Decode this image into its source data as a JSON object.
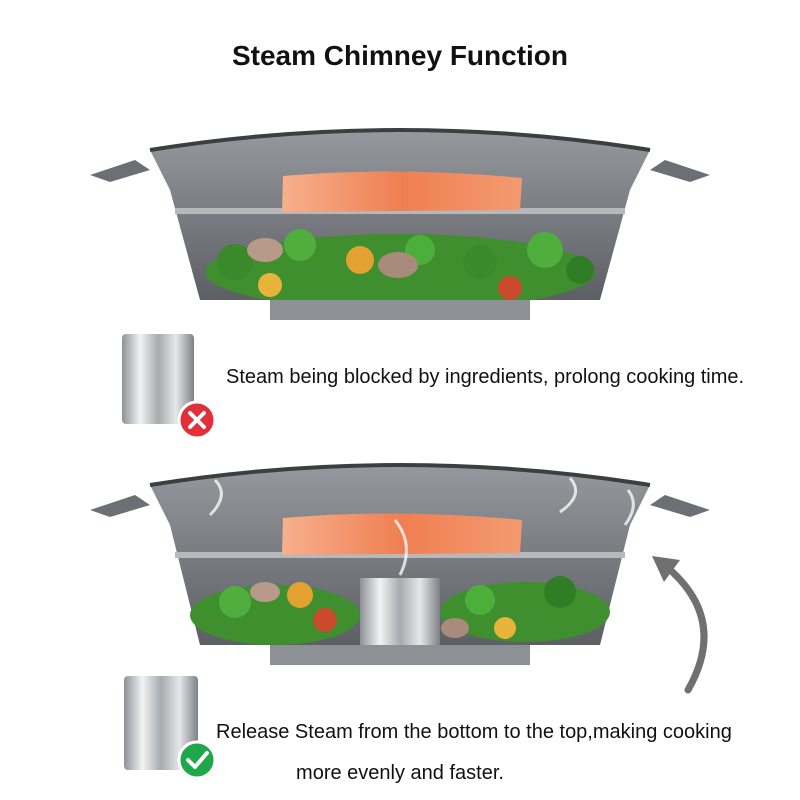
{
  "title": "Steam Chimney Function",
  "sections": [
    {
      "caption": "Steam being blocked by ingredients, prolong cooking time.",
      "badge_icon": "x-mark-icon",
      "badge_color": "#e2303a"
    },
    {
      "caption_line1": "Release Steam from the bottom to the top,making cooking",
      "caption_line2": "more evenly and faster.",
      "badge_icon": "check-mark-icon",
      "badge_color": "#1fa84a"
    }
  ],
  "colors": {
    "pot_glass": "#5e6166",
    "pot_rim": "#3c3e42",
    "salmon": "#f08a5d",
    "vegetable_green": "#4caf3c",
    "chimney_steel": "#b9bcc0",
    "arrow": "#707070"
  }
}
